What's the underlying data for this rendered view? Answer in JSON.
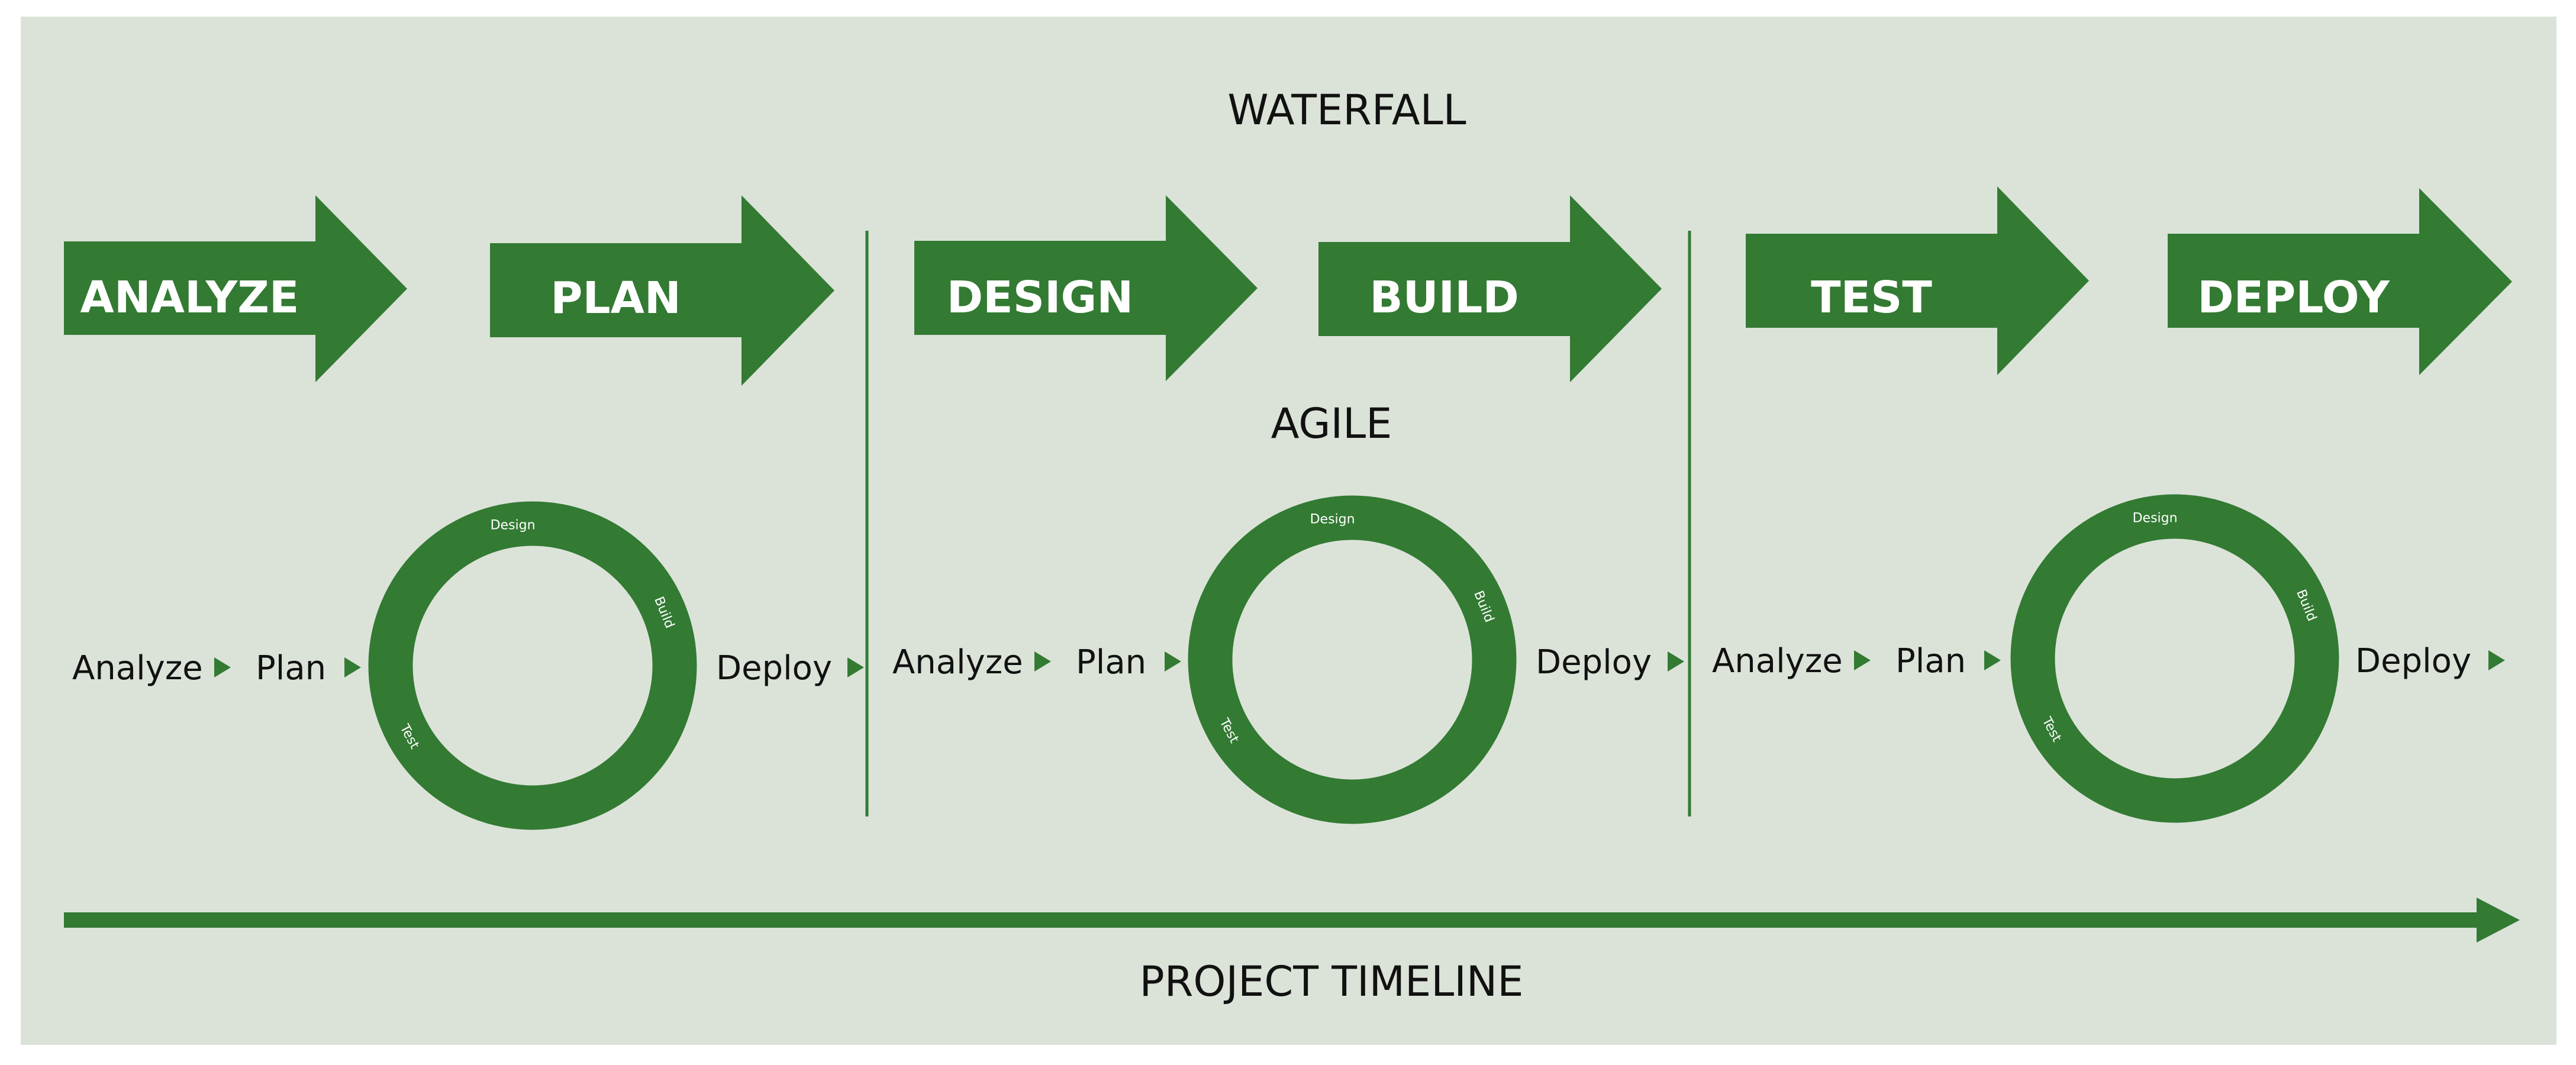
{
  "headings": {
    "waterfall": "WATERFALL",
    "agile": "AGILE",
    "timeline": "PROJECT TIMELINE"
  },
  "waterfall_phases": [
    {
      "label": "ANALYZE"
    },
    {
      "label": "PLAN"
    },
    {
      "label": "DESIGN"
    },
    {
      "label": "BUILD"
    },
    {
      "label": "TEST"
    },
    {
      "label": "DEPLOY"
    }
  ],
  "agile_cycles": [
    {
      "before": [
        "Analyze",
        "Plan"
      ],
      "ring": [
        "Design",
        "Build",
        "Test"
      ],
      "after": "Deploy"
    },
    {
      "before": [
        "Analyze",
        "Plan"
      ],
      "ring": [
        "Design",
        "Build",
        "Test"
      ],
      "after": "Deploy"
    },
    {
      "before": [
        "Analyze",
        "Plan"
      ],
      "ring": [
        "Design",
        "Build",
        "Test"
      ],
      "after": "Deploy"
    }
  ],
  "colors": {
    "accent": "#337a33",
    "panel": "#dbe3d8",
    "text": "#111111",
    "arrow_text": "#ffffff"
  },
  "icons": {
    "phase_arrow": "right-block-arrow-icon",
    "step_marker": "play-triangle-icon",
    "cycle": "ring-cycle-icon",
    "timeline": "long-right-arrow-icon"
  }
}
